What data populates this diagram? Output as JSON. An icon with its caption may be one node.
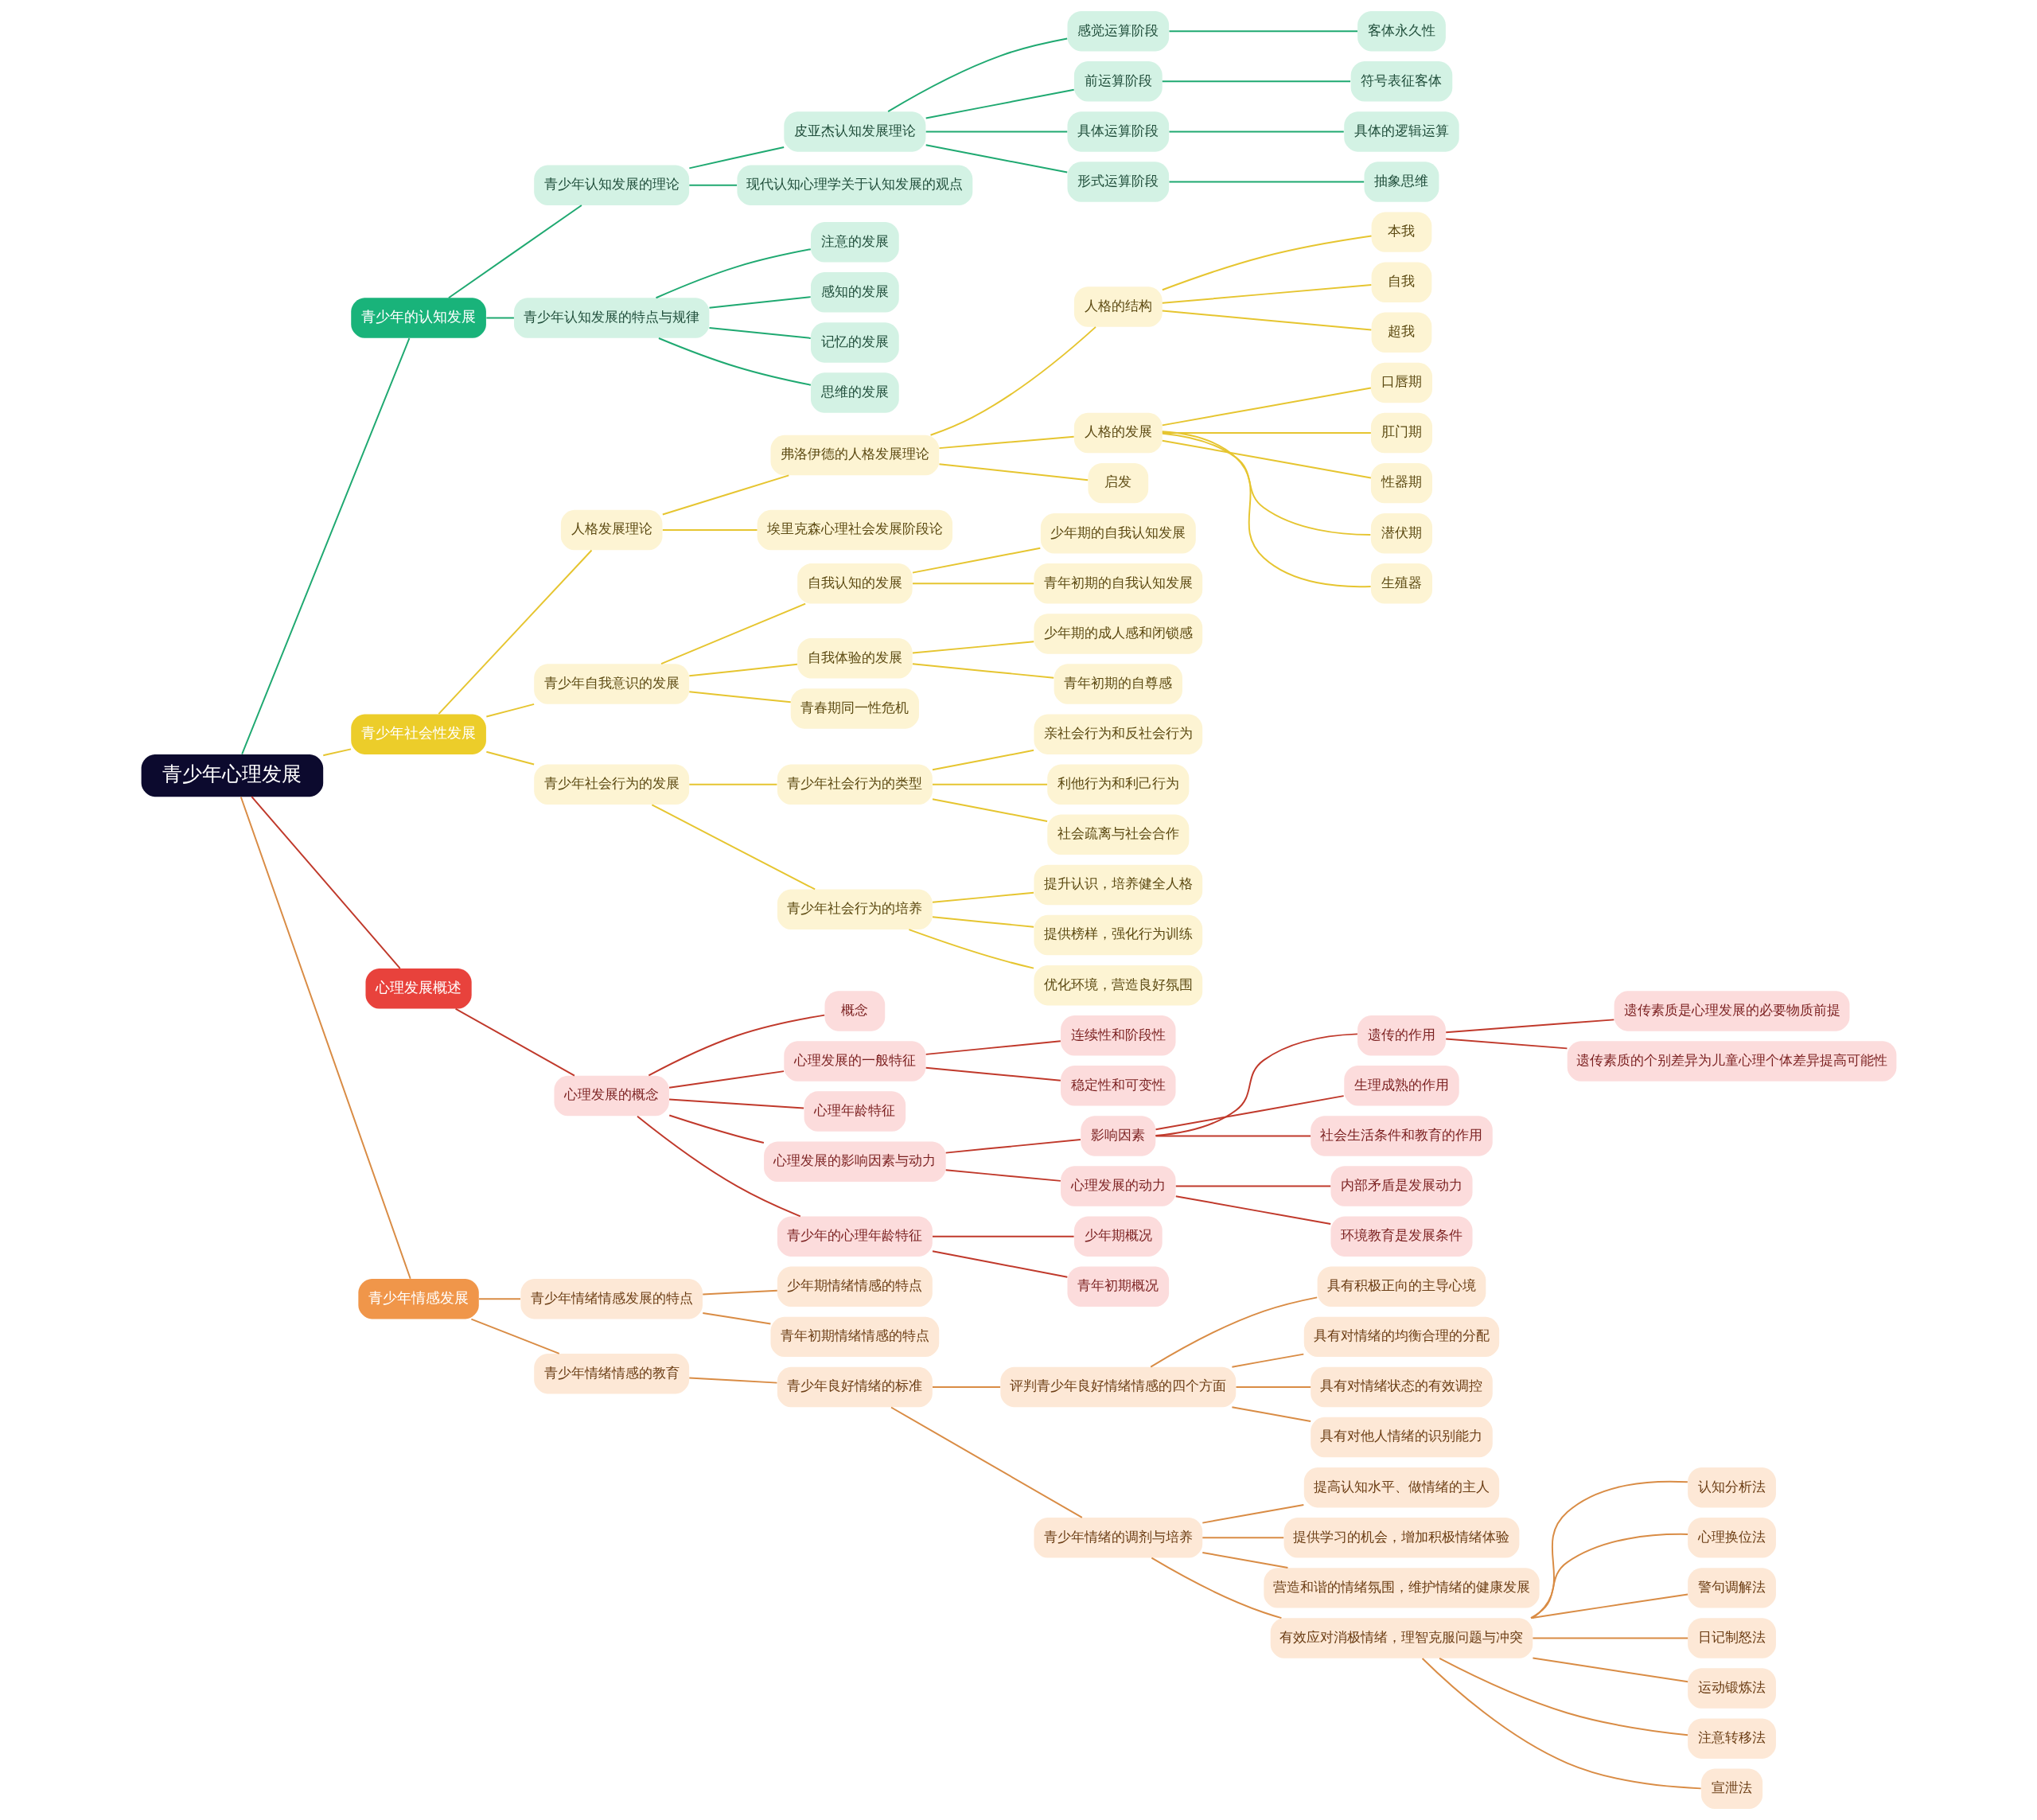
{
  "diagram": {
    "nodes": [
      {
        "text": [
          "青少年心理发展"
        ]
      },
      {
        "text": [
          "青少年的认知发展"
        ]
      },
      {
        "text": [
          "青少年认知发展的理论"
        ]
      },
      {
        "text": [
          "皮亚杰认知发展理论"
        ]
      },
      {
        "text": [
          "感觉运算阶段"
        ]
      },
      {
        "text": [
          "客体永久性"
        ]
      },
      {
        "text": [
          "前运算阶段"
        ]
      },
      {
        "text": [
          "符号表征客体"
        ]
      },
      {
        "text": [
          "具体运算阶段"
        ]
      },
      {
        "text": [
          "具体的逻辑运算"
        ]
      },
      {
        "text": [
          "形式运算阶段"
        ]
      },
      {
        "text": [
          "抽象思维"
        ]
      },
      {
        "text": [
          "现代认知心理学关于认知发展的观点"
        ]
      },
      {
        "text": [
          "青少年认知发展的特点与规律"
        ]
      },
      {
        "text": [
          "注意的发展"
        ]
      },
      {
        "text": [
          "感知的发展"
        ]
      },
      {
        "text": [
          "记忆的发展"
        ]
      },
      {
        "text": [
          "思维的发展"
        ]
      },
      {
        "text": [
          "青少年社会性发展"
        ]
      },
      {
        "text": [
          "人格发展理论"
        ]
      },
      {
        "text": [
          "弗洛伊德的人格发展理论"
        ]
      },
      {
        "text": [
          "人格的结构"
        ]
      },
      {
        "text": [
          "本我"
        ]
      },
      {
        "text": [
          "自我"
        ]
      },
      {
        "text": [
          "超我"
        ]
      },
      {
        "text": [
          "人格的发展"
        ]
      },
      {
        "text": [
          "口唇期"
        ]
      },
      {
        "text": [
          "肛门期"
        ]
      },
      {
        "text": [
          "性器期"
        ]
      },
      {
        "text": [
          "潜伏期"
        ]
      },
      {
        "text": [
          "生殖器"
        ]
      },
      {
        "text": [
          "启发"
        ]
      },
      {
        "text": [
          "埃里克森心理社会发展阶段论"
        ]
      },
      {
        "text": [
          "青少年自我意识的发展"
        ]
      },
      {
        "text": [
          "自我认知的发展"
        ]
      },
      {
        "text": [
          "少年期的自我认知发展"
        ]
      },
      {
        "text": [
          "青年初期的自我认知发展"
        ]
      },
      {
        "text": [
          "自我体验的发展"
        ]
      },
      {
        "text": [
          "少年期的成人感和闭锁感"
        ]
      },
      {
        "text": [
          "青年初期的自尊感"
        ]
      },
      {
        "text": [
          "青春期同一性危机"
        ]
      },
      {
        "text": [
          "青少年社会行为的发展"
        ]
      },
      {
        "text": [
          "青少年社会行为的类型"
        ]
      },
      {
        "text": [
          "亲社会行为和反社会行为"
        ]
      },
      {
        "text": [
          "利他行为和利己行为"
        ]
      },
      {
        "text": [
          "社会疏离与社会合作"
        ]
      },
      {
        "text": [
          "青少年社会行为的培养"
        ]
      },
      {
        "text": [
          "提升认识，培养健全人格"
        ]
      },
      {
        "text": [
          "提供榜样，强化行为训练"
        ]
      },
      {
        "text": [
          "优化环境，营造良好氛围"
        ]
      },
      {
        "text": [
          "心理发展概述"
        ]
      },
      {
        "text": [
          "心理发展的概念"
        ]
      },
      {
        "text": [
          "概念"
        ]
      },
      {
        "text": [
          "心理发展的一般特征"
        ]
      },
      {
        "text": [
          "连续性和阶段性"
        ]
      },
      {
        "text": [
          "稳定性和可变性"
        ]
      },
      {
        "text": [
          "心理年龄特征"
        ]
      },
      {
        "text": [
          "心理发展的影响因素与动力"
        ]
      },
      {
        "text": [
          "影响因素"
        ]
      },
      {
        "text": [
          "遗传的作用"
        ]
      },
      {
        "text": [
          "遗传素质是心理发展的必要物质前提"
        ]
      },
      {
        "text": [
          "遗传素质的个别差异为儿童心理个体差异提高可能性"
        ]
      },
      {
        "text": [
          "生理成熟的作用"
        ]
      },
      {
        "text": [
          "社会生活条件和教育的作用"
        ]
      },
      {
        "text": [
          "心理发展的动力"
        ]
      },
      {
        "text": [
          "内部矛盾是发展动力"
        ]
      },
      {
        "text": [
          "环境教育是发展条件"
        ]
      },
      {
        "text": [
          "青少年的心理年龄特征"
        ]
      },
      {
        "text": [
          "少年期概况"
        ]
      },
      {
        "text": [
          "青年初期概况"
        ]
      },
      {
        "text": [
          "青少年情感发展"
        ]
      },
      {
        "text": [
          "青少年情绪情感发展的特点"
        ]
      },
      {
        "text": [
          "少年期情绪情感的特点"
        ]
      },
      {
        "text": [
          "青年初期情绪情感的特点"
        ]
      },
      {
        "text": [
          "青少年情绪情感的教育"
        ]
      },
      {
        "text": [
          "青少年良好情绪的标准"
        ]
      },
      {
        "text": [
          "评判青少年良好情绪情感的四个方面"
        ]
      },
      {
        "text": [
          "具有积极正向的主导心境"
        ]
      },
      {
        "text": [
          "具有对情绪的均衡合理的分配"
        ]
      },
      {
        "text": [
          "具有对情绪状态的有效调控"
        ]
      },
      {
        "text": [
          "具有对他人情绪的识别能力"
        ]
      },
      {
        "text": [
          "青少年情绪的调剂与培养"
        ]
      },
      {
        "text": [
          "提高认知水平、做情绪的主人"
        ]
      },
      {
        "text": [
          "提供学习的机会，增加积极情绪体验"
        ]
      },
      {
        "text": [
          "营造和谐的情绪氛围，维护情绪的健康发展"
        ]
      },
      {
        "text": [
          "有效应对消极情绪，理智克服问题与冲突"
        ]
      },
      {
        "text": [
          "认知分析法"
        ]
      },
      {
        "text": [
          "心理换位法"
        ]
      },
      {
        "text": [
          "警句调解法"
        ]
      },
      {
        "text": [
          "日记制怒法"
        ]
      },
      {
        "text": [
          "运动锻炼法"
        ]
      },
      {
        "text": [
          "注意转移法"
        ]
      },
      {
        "text": [
          "宣泄法"
        ]
      }
    ],
    "edges": [
      {
        "from": 0,
        "to": 1,
        "arrow": "none",
        "color": "#1fa971"
      },
      {
        "from": 1,
        "to": 2,
        "arrow": "none",
        "color": "#1fa971"
      },
      {
        "from": 2,
        "to": 3,
        "arrow": "none",
        "color": "#1fa971"
      },
      {
        "from": 3,
        "to": 4,
        "arrow": "none",
        "color": "#1fa971"
      },
      {
        "from": 4,
        "to": 5,
        "arrow": "none",
        "color": "#1fa971"
      },
      {
        "from": 3,
        "to": 6,
        "arrow": "none",
        "color": "#1fa971"
      },
      {
        "from": 6,
        "to": 7,
        "arrow": "none",
        "color": "#1fa971"
      },
      {
        "from": 3,
        "to": 8,
        "arrow": "none",
        "color": "#1fa971"
      },
      {
        "from": 8,
        "to": 9,
        "arrow": "none",
        "color": "#1fa971"
      },
      {
        "from": 3,
        "to": 10,
        "arrow": "none",
        "color": "#1fa971"
      },
      {
        "from": 10,
        "to": 11,
        "arrow": "none",
        "color": "#1fa971"
      },
      {
        "from": 2,
        "to": 12,
        "arrow": "none",
        "color": "#1fa971"
      },
      {
        "from": 1,
        "to": 13,
        "arrow": "none",
        "color": "#1fa971"
      },
      {
        "from": 13,
        "to": 14,
        "arrow": "none",
        "color": "#1fa971"
      },
      {
        "from": 13,
        "to": 15,
        "arrow": "none",
        "color": "#1fa971"
      },
      {
        "from": 13,
        "to": 16,
        "arrow": "none",
        "color": "#1fa971"
      },
      {
        "from": 13,
        "to": 17,
        "arrow": "none",
        "color": "#1fa971"
      },
      {
        "from": 0,
        "to": 18,
        "arrow": "none",
        "color": "#e6c530"
      },
      {
        "from": 18,
        "to": 19,
        "arrow": "none",
        "color": "#e6c530"
      },
      {
        "from": 19,
        "to": 20,
        "arrow": "none",
        "color": "#e6c530"
      },
      {
        "from": 20,
        "to": 21,
        "arrow": "none",
        "color": "#e6c530"
      },
      {
        "from": 21,
        "to": 22,
        "arrow": "none",
        "color": "#e6c530"
      },
      {
        "from": 21,
        "to": 23,
        "arrow": "none",
        "color": "#e6c530"
      },
      {
        "from": 21,
        "to": 24,
        "arrow": "none",
        "color": "#e6c530"
      },
      {
        "from": 20,
        "to": 25,
        "arrow": "none",
        "color": "#e6c530"
      },
      {
        "from": 25,
        "to": 26,
        "arrow": "none",
        "color": "#e6c530"
      },
      {
        "from": 25,
        "to": 27,
        "arrow": "none",
        "color": "#e6c530"
      },
      {
        "from": 25,
        "to": 28,
        "arrow": "none",
        "color": "#e6c530"
      },
      {
        "from": 25,
        "to": 29,
        "arrow": "none",
        "color": "#e6c530"
      },
      {
        "from": 25,
        "to": 30,
        "arrow": "none",
        "color": "#e6c530"
      },
      {
        "from": 20,
        "to": 31,
        "arrow": "none",
        "color": "#e6c530"
      },
      {
        "from": 19,
        "to": 32,
        "arrow": "none",
        "color": "#e6c530"
      },
      {
        "from": 18,
        "to": 33,
        "arrow": "none",
        "color": "#e6c530"
      },
      {
        "from": 33,
        "to": 34,
        "arrow": "none",
        "color": "#e6c530"
      },
      {
        "from": 34,
        "to": 35,
        "arrow": "none",
        "color": "#e6c530"
      },
      {
        "from": 34,
        "to": 36,
        "arrow": "none",
        "color": "#e6c530"
      },
      {
        "from": 33,
        "to": 37,
        "arrow": "none",
        "color": "#e6c530"
      },
      {
        "from": 37,
        "to": 38,
        "arrow": "none",
        "color": "#e6c530"
      },
      {
        "from": 37,
        "to": 39,
        "arrow": "none",
        "color": "#e6c530"
      },
      {
        "from": 33,
        "to": 40,
        "arrow": "none",
        "color": "#e6c530"
      },
      {
        "from": 18,
        "to": 41,
        "arrow": "none",
        "color": "#e6c530"
      },
      {
        "from": 41,
        "to": 42,
        "arrow": "none",
        "color": "#e6c530"
      },
      {
        "from": 42,
        "to": 43,
        "arrow": "none",
        "color": "#e6c530"
      },
      {
        "from": 42,
        "to": 44,
        "arrow": "none",
        "color": "#e6c530"
      },
      {
        "from": 42,
        "to": 45,
        "arrow": "none",
        "color": "#e6c530"
      },
      {
        "from": 41,
        "to": 46,
        "arrow": "none",
        "color": "#e6c530"
      },
      {
        "from": 46,
        "to": 47,
        "arrow": "none",
        "color": "#e6c530"
      },
      {
        "from": 46,
        "to": 48,
        "arrow": "none",
        "color": "#e6c530"
      },
      {
        "from": 46,
        "to": 49,
        "arrow": "none",
        "color": "#e6c530"
      },
      {
        "from": 0,
        "to": 50,
        "arrow": "none",
        "color": "#c0392b"
      },
      {
        "from": 50,
        "to": 51,
        "arrow": "none",
        "color": "#c0392b"
      },
      {
        "from": 51,
        "to": 52,
        "arrow": "none",
        "color": "#c0392b"
      },
      {
        "from": 51,
        "to": 53,
        "arrow": "none",
        "color": "#c0392b"
      },
      {
        "from": 53,
        "to": 54,
        "arrow": "none",
        "color": "#c0392b"
      },
      {
        "from": 53,
        "to": 55,
        "arrow": "none",
        "color": "#c0392b"
      },
      {
        "from": 51,
        "to": 56,
        "arrow": "none",
        "color": "#c0392b"
      },
      {
        "from": 51,
        "to": 57,
        "arrow": "none",
        "color": "#c0392b"
      },
      {
        "from": 57,
        "to": 58,
        "arrow": "none",
        "color": "#c0392b"
      },
      {
        "from": 58,
        "to": 59,
        "arrow": "none",
        "color": "#c0392b"
      },
      {
        "from": 59,
        "to": 60,
        "arrow": "none",
        "color": "#c0392b"
      },
      {
        "from": 59,
        "to": 61,
        "arrow": "none",
        "color": "#c0392b"
      },
      {
        "from": 58,
        "to": 62,
        "arrow": "none",
        "color": "#c0392b"
      },
      {
        "from": 58,
        "to": 63,
        "arrow": "none",
        "color": "#c0392b"
      },
      {
        "from": 57,
        "to": 64,
        "arrow": "none",
        "color": "#c0392b"
      },
      {
        "from": 64,
        "to": 65,
        "arrow": "none",
        "color": "#c0392b"
      },
      {
        "from": 64,
        "to": 66,
        "arrow": "none",
        "color": "#c0392b"
      },
      {
        "from": 51,
        "to": 67,
        "arrow": "none",
        "color": "#c0392b"
      },
      {
        "from": 67,
        "to": 68,
        "arrow": "none",
        "color": "#c0392b"
      },
      {
        "from": 67,
        "to": 69,
        "arrow": "none",
        "color": "#c0392b"
      },
      {
        "from": 0,
        "to": 70,
        "arrow": "none",
        "color": "#d98c45"
      },
      {
        "from": 70,
        "to": 71,
        "arrow": "none",
        "color": "#d98c45"
      },
      {
        "from": 71,
        "to": 72,
        "arrow": "none",
        "color": "#d98c45"
      },
      {
        "from": 71,
        "to": 73,
        "arrow": "none",
        "color": "#d98c45"
      },
      {
        "from": 70,
        "to": 74,
        "arrow": "none",
        "color": "#d98c45"
      },
      {
        "from": 74,
        "to": 75,
        "arrow": "none",
        "color": "#d98c45"
      },
      {
        "from": 75,
        "to": 76,
        "arrow": "none",
        "color": "#d98c45"
      },
      {
        "from": 76,
        "to": 77,
        "arrow": "none",
        "color": "#d98c45"
      },
      {
        "from": 76,
        "to": 78,
        "arrow": "none",
        "color": "#d98c45"
      },
      {
        "from": 76,
        "to": 79,
        "arrow": "none",
        "color": "#d98c45"
      },
      {
        "from": 76,
        "to": 80,
        "arrow": "none",
        "color": "#d98c45"
      },
      {
        "from": 75,
        "to": 81,
        "arrow": "none",
        "color": "#d98c45"
      },
      {
        "from": 81,
        "to": 82,
        "arrow": "none",
        "color": "#d98c45"
      },
      {
        "from": 81,
        "to": 83,
        "arrow": "none",
        "color": "#d98c45"
      },
      {
        "from": 81,
        "to": 84,
        "arrow": "none",
        "color": "#d98c45"
      },
      {
        "from": 81,
        "to": 85,
        "arrow": "none",
        "color": "#d98c45"
      },
      {
        "from": 85,
        "to": 86,
        "arrow": "none",
        "color": "#d98c45"
      },
      {
        "from": 85,
        "to": 87,
        "arrow": "none",
        "color": "#d98c45"
      },
      {
        "from": 85,
        "to": 88,
        "arrow": "none",
        "color": "#d98c45"
      },
      {
        "from": 85,
        "to": 89,
        "arrow": "none",
        "color": "#d98c45"
      },
      {
        "from": 85,
        "to": 90,
        "arrow": "none",
        "color": "#d98c45"
      },
      {
        "from": 85,
        "to": 91,
        "arrow": "none",
        "color": "#d98c45"
      },
      {
        "from": 85,
        "to": 92,
        "arrow": "none",
        "color": "#d98c45"
      }
    ]
  }
}
